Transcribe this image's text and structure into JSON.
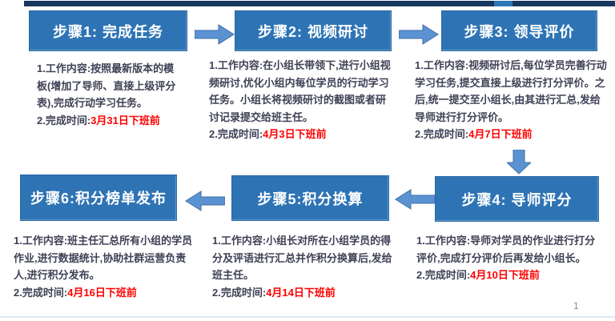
{
  "slide": {
    "page_number": "1",
    "colors": {
      "top_bar": "#17375E",
      "top_bar_accent": "#2E75B6",
      "header_box_blue": "#2E74B5",
      "arrow_blue": "#5B93D2",
      "body_text": "#3F4156",
      "deadline_red": "#FF0000"
    }
  },
  "steps": [
    {
      "title": "步骤1: 完成任务",
      "content": "1.工作内容:按照最新版本的模板(增加了导师、直接上级评分表),完成行动学习任务。",
      "time_label": "2.完成时间:",
      "time": "3月31日下班前"
    },
    {
      "title": "步骤2: 视频研讨",
      "content": "1.工作内容:在小组长带领下,进行小组视频研讨,优化小组内每位学员的行动学习任务。小组长将视频研讨的截图或者研讨记录提交给班主任。",
      "time_label": "2.完成时间:",
      "time": "4月3日下班前"
    },
    {
      "title": "步骤3: 领导评价",
      "content": "1.工作内容:视频研讨后,每位学员完善行动学习任务,提交直接上级进行打分评价。之后,统一提交至小组长,由其进行汇总,发给导师进行打分评价。",
      "time_label": "2.完成时间:",
      "time": "4月7日下班前"
    },
    {
      "title": "步骤4: 导师评分",
      "content": "1.工作内容:导师对学员的作业进行打分评价,完成打分评价后再发给小组长。",
      "time_label": "2.完成时间:",
      "time": "4月10日下班前"
    },
    {
      "title": "步骤5:积分换算",
      "content": "1.工作内容:小组长对所在小组学员的得分及评语进行汇总并作积分换算后,发给班主任。",
      "time_label": "2.完成时间:",
      "time": "4月14日下班前"
    },
    {
      "title": "步骤6:积分榜单发布",
      "content": "1.工作内容:班主任汇总所有小组的学员作业,进行数据统计,协助社群运营负责人,进行积分发布。",
      "time_label": "2.完成时间:",
      "time": "4月16日下班前"
    }
  ]
}
